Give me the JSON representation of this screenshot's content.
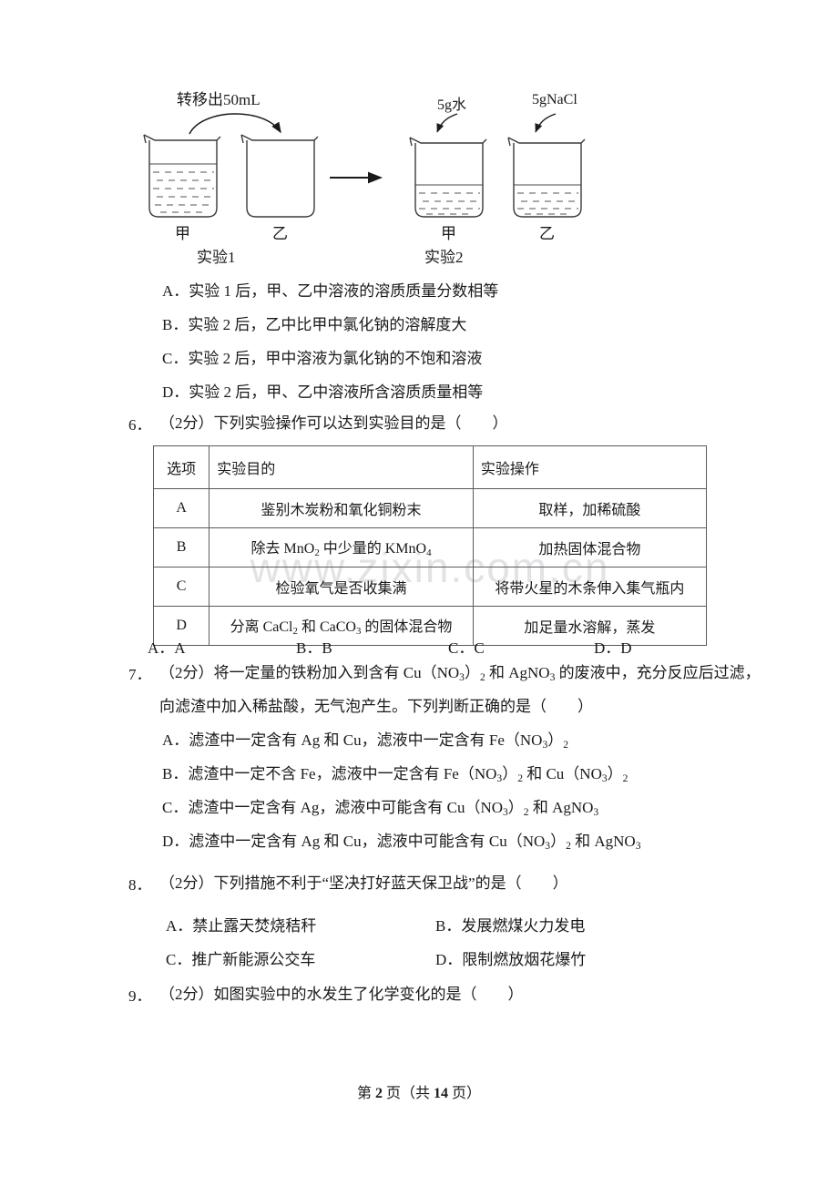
{
  "figure": {
    "label_transfer": "转移出50mL",
    "label_water": "5g水",
    "label_nacl": "5gNaCl",
    "beaker_jia_1": "甲",
    "beaker_yi_1": "乙",
    "beaker_jia_2": "甲",
    "beaker_yi_2": "乙",
    "caption_left": "实验1",
    "caption_right": "实验2"
  },
  "q5_options": [
    "A．实验 1 后，甲、乙中溶液的溶质质量分数相等",
    "B．实验 2 后，乙中比甲中氯化钠的溶解度大",
    "C．实验 2 后，甲中溶液为氯化钠的不饱和溶液",
    "D．实验 2 后，甲、乙中溶液所含溶质质量相等"
  ],
  "q6": {
    "number": "6．",
    "stem": "（2分）下列实验操作可以达到实验目的是（　　）",
    "table": {
      "headers": [
        "选项",
        "实验目的",
        "实验操作"
      ],
      "rows": [
        {
          "option": "A",
          "goal_html": "鉴别木炭粉和氧化铜粉末",
          "action": "取样，加稀硫酸"
        },
        {
          "option": "B",
          "goal_html": "除去 MnO<sub>2</sub> 中少量的 KMnO<sub>4</sub>",
          "action": "加热固体混合物"
        },
        {
          "option": "C",
          "goal_html": "检验氧气是否收集满",
          "action": "将带火星的木条伸入集气瓶内"
        },
        {
          "option": "D",
          "goal_html": "分离 CaCl<sub>2</sub> 和 CaCO<sub>3</sub> 的固体混合物",
          "action": "加足量水溶解，蒸发"
        }
      ]
    },
    "answers": [
      "A．A",
      "B．B",
      "C．C",
      "D．D"
    ]
  },
  "q7": {
    "number": "7．",
    "stem_line1_html": "（2分）将一定量的铁粉加入到含有 Cu（NO<sub>3</sub>）<sub>2</sub> 和 AgNO<sub>3</sub> 的废液中，充分反应后过滤，",
    "stem_line2": "向滤渣中加入稀盐酸，无气泡产生。下列判断正确的是（　　）",
    "options_html": [
      "A．滤渣中一定含有 Ag 和 Cu，滤液中一定含有 Fe（NO<sub>3</sub>）<sub>2</sub>",
      "B．滤渣中一定不含 Fe，滤液中一定含有 Fe（NO<sub>3</sub>）<sub>2</sub> 和 Cu（NO<sub>3</sub>）<sub>2</sub>",
      "C．滤渣中一定含有 Ag，滤液中可能含有 Cu（NO<sub>3</sub>）<sub>2</sub> 和 AgNO<sub>3</sub>",
      "D．滤渣中一定含有 Ag 和 Cu，滤液中可能含有 Cu（NO<sub>3</sub>）<sub>2</sub> 和 AgNO<sub>3</sub>"
    ]
  },
  "q8": {
    "number": "8．",
    "stem": "（2分）下列措施不利于“坚决打好蓝天保卫战”的是（　　）",
    "option_a": "A．禁止露天焚烧秸秆",
    "option_b": "B．发展燃煤火力发电",
    "option_c": "C．推广新能源公交车",
    "option_d": "D．限制燃放烟花爆竹"
  },
  "q9": {
    "number": "9．",
    "stem": "（2分）如图实验中的水发生了化学变化的是（　　）"
  },
  "watermark": "www.zixin.com.cn",
  "footer": {
    "prefix": "第",
    "page": "2",
    "middle": "页（共",
    "total": "14",
    "suffix": "页）"
  },
  "colors": {
    "text": "#1a1a1a",
    "rule": "#5a5a5a",
    "watermark": "#e3e3e6",
    "liquid": "#4a4a4a"
  }
}
